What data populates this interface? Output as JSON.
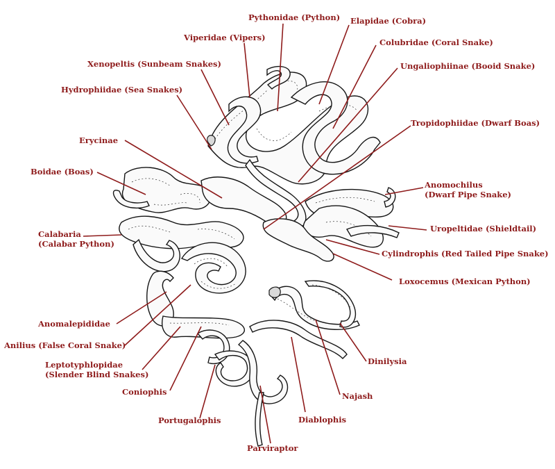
{
  "labels": {
    "pythonidae": "Pythonidae (Python)",
    "elapidae": "Elapidae (Cobra)",
    "viperidae": "Viperidae (Vipers)",
    "colubridae": "Colubridae (Coral Snake)",
    "xenopeltis": "Xenopeltis (Sunbeam Snakes)",
    "ungaliophiinae": "Ungaliophiinae (Booid Snake)",
    "hydrophiidae": "Hydrophiidae (Sea Snakes)",
    "tropidophiidae": "Tropidophiidae (Dwarf Boas)",
    "erycinae": "Erycinae",
    "boidae": "Boidae (Boas)",
    "anomochilus_1": "Anomochilus",
    "anomochilus_2": "(Dwarf Pipe Snake)",
    "uropeltidae": "Uropeltidae (Shieldtail)",
    "calabaria_1": "Calabaria",
    "calabaria_2": "(Calabar Python)",
    "cylindrophis": "Cylindrophis (Red Tailed Pipe Snake)",
    "loxocemus": "Loxocemus (Mexican Python)",
    "anomalepididae": "Anomalepididae",
    "anilius": "Anilius (False Coral Snake)",
    "leptotyphlopidae_1": "Leptotyphlopidae",
    "leptotyphlopidae_2": "(Slender Blind Snakes)",
    "dinilysia": "Dinilysia",
    "coniophis": "Coniophis",
    "najash": "Najash",
    "portugalophis": "Portugalophis",
    "diablophis": "Diablophis",
    "parviraptor": "Parviraptor"
  },
  "colors": {
    "label": "#8e1b1b",
    "leader": "#8e1b1b",
    "ink": "#151515",
    "background": "#ffffff"
  }
}
